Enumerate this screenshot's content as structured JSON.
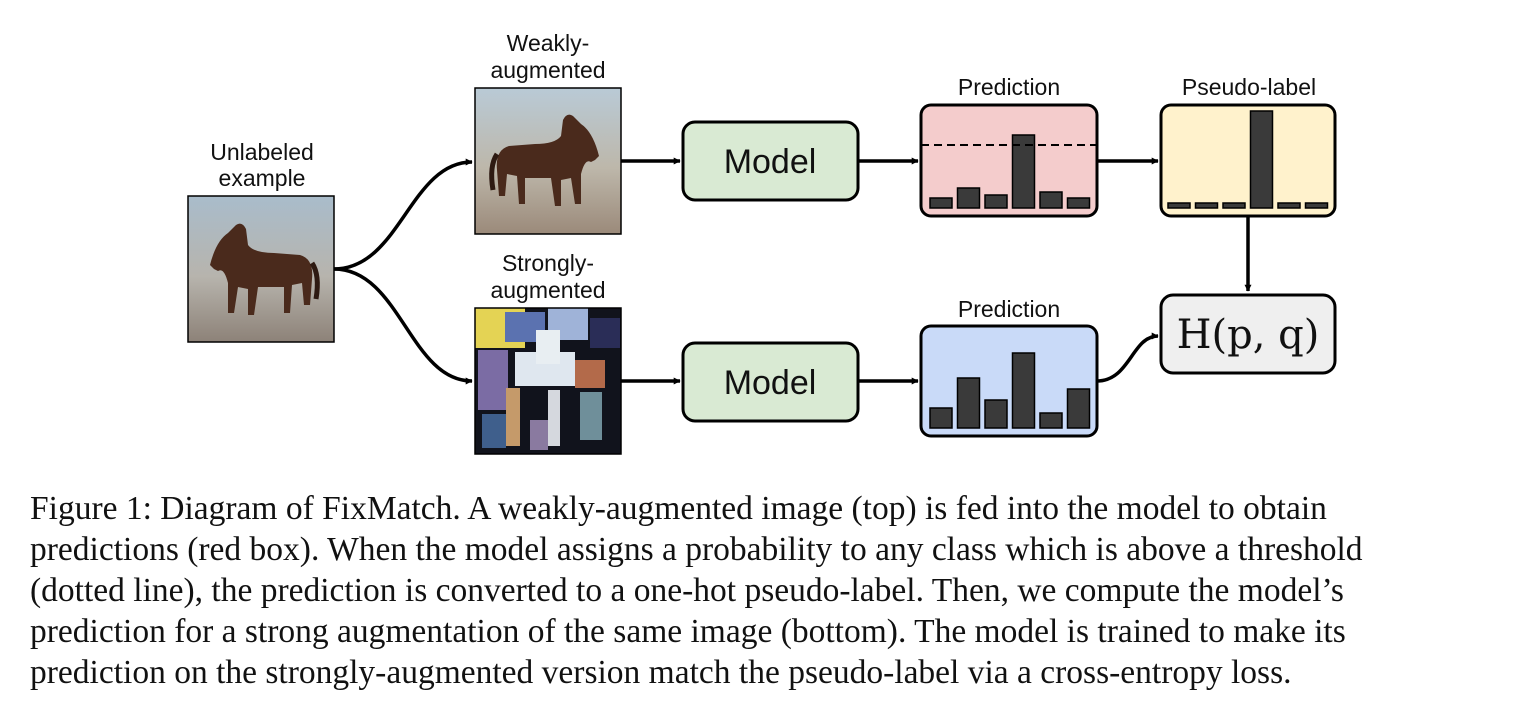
{
  "labels": {
    "unlabeled": [
      "Unlabeled",
      "example"
    ],
    "weak": [
      "Weakly-",
      "augmented"
    ],
    "strong": [
      "Strongly-",
      "augmented"
    ],
    "prediction_top": "Prediction",
    "prediction_bottom": "Prediction",
    "pseudo_label": "Pseudo-label"
  },
  "model_top": "Model",
  "model_bottom": "Model",
  "loss": "H(p, q)",
  "colors": {
    "model_fill": "#d9ead3",
    "prediction_top_fill": "#f4cccc",
    "prediction_bottom_fill": "#c9daf8",
    "pseudo_label_fill": "#fff2cc",
    "loss_fill": "#efefef",
    "bar": "#3a3a3a"
  },
  "bars": {
    "prediction_top": [
      0.1,
      0.2,
      0.13,
      0.73,
      0.16,
      0.1
    ],
    "pseudo_label": [
      0.05,
      0.05,
      0.05,
      0.97,
      0.05,
      0.05
    ],
    "prediction_bottom": [
      0.2,
      0.5,
      0.28,
      0.75,
      0.15,
      0.39
    ]
  },
  "threshold": 0.63,
  "caption": [
    "Figure 1: Diagram of FixMatch. A weakly-augmented image (top) is fed into the model to obtain",
    "predictions (red box). When the model assigns a probability to any class which is above a threshold",
    "(dotted line), the prediction is converted to a one-hot pseudo-label. Then, we compute the model’s",
    "prediction for a strong augmentation of the same image (bottom). The model is trained to make its",
    "prediction on the strongly-augmented version match the pseudo-label via a cross-entropy loss."
  ]
}
